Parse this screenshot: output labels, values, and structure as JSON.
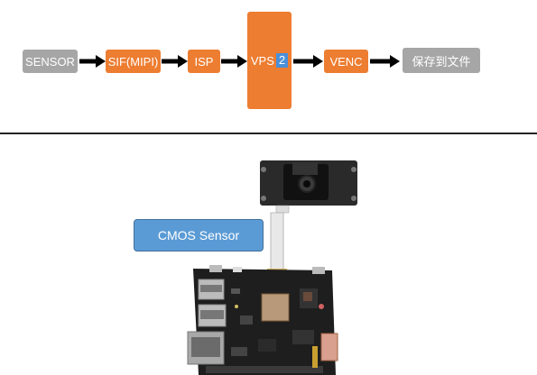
{
  "pipeline": {
    "sensor": "SENSOR",
    "sif": "SIF(MIPI)",
    "isp": "ISP",
    "vps": "VPS",
    "vps_badge": "2",
    "venc": "VENC",
    "save": "保存到文件"
  },
  "photo": {
    "cmos_label": "CMOS Sensor"
  },
  "colors": {
    "gray_box": "#a6a6a6",
    "orange_box": "#ed7d31",
    "cmos_box": "#5b9bd5",
    "badge": "#4a90d9"
  }
}
